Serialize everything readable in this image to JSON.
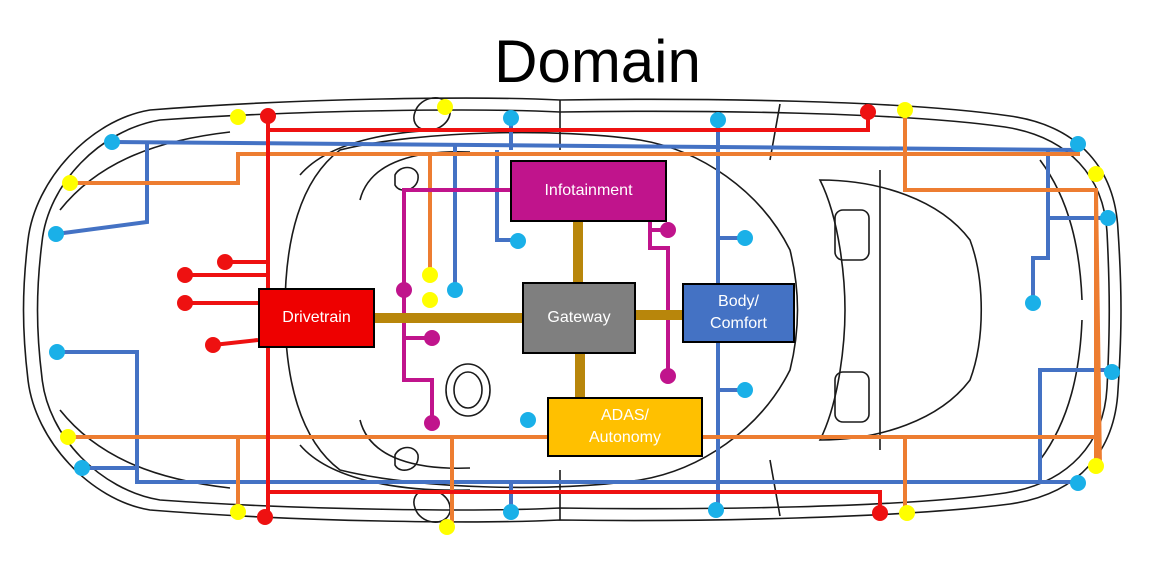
{
  "title": "Domain",
  "colors": {
    "drivetrain": "#ee1111",
    "infotainment": "#c0148c",
    "body": "#4472c4",
    "adas": "#ffc000",
    "gateway": "#7f7f7f",
    "orange_bus": "#ed7d31",
    "blue_bus": "#4472c4",
    "node_cyan": "#1ab0e8",
    "node_yellow": "#ffff00",
    "backbone": "#b8860b"
  },
  "domains": {
    "infotainment": "Infotainment",
    "gateway": "Gateway",
    "drivetrain": "Drivetrain",
    "body_line1": "Body/",
    "body_line2": "Comfort",
    "adas_line1": "ADAS/",
    "adas_line2": "Autonomy"
  }
}
